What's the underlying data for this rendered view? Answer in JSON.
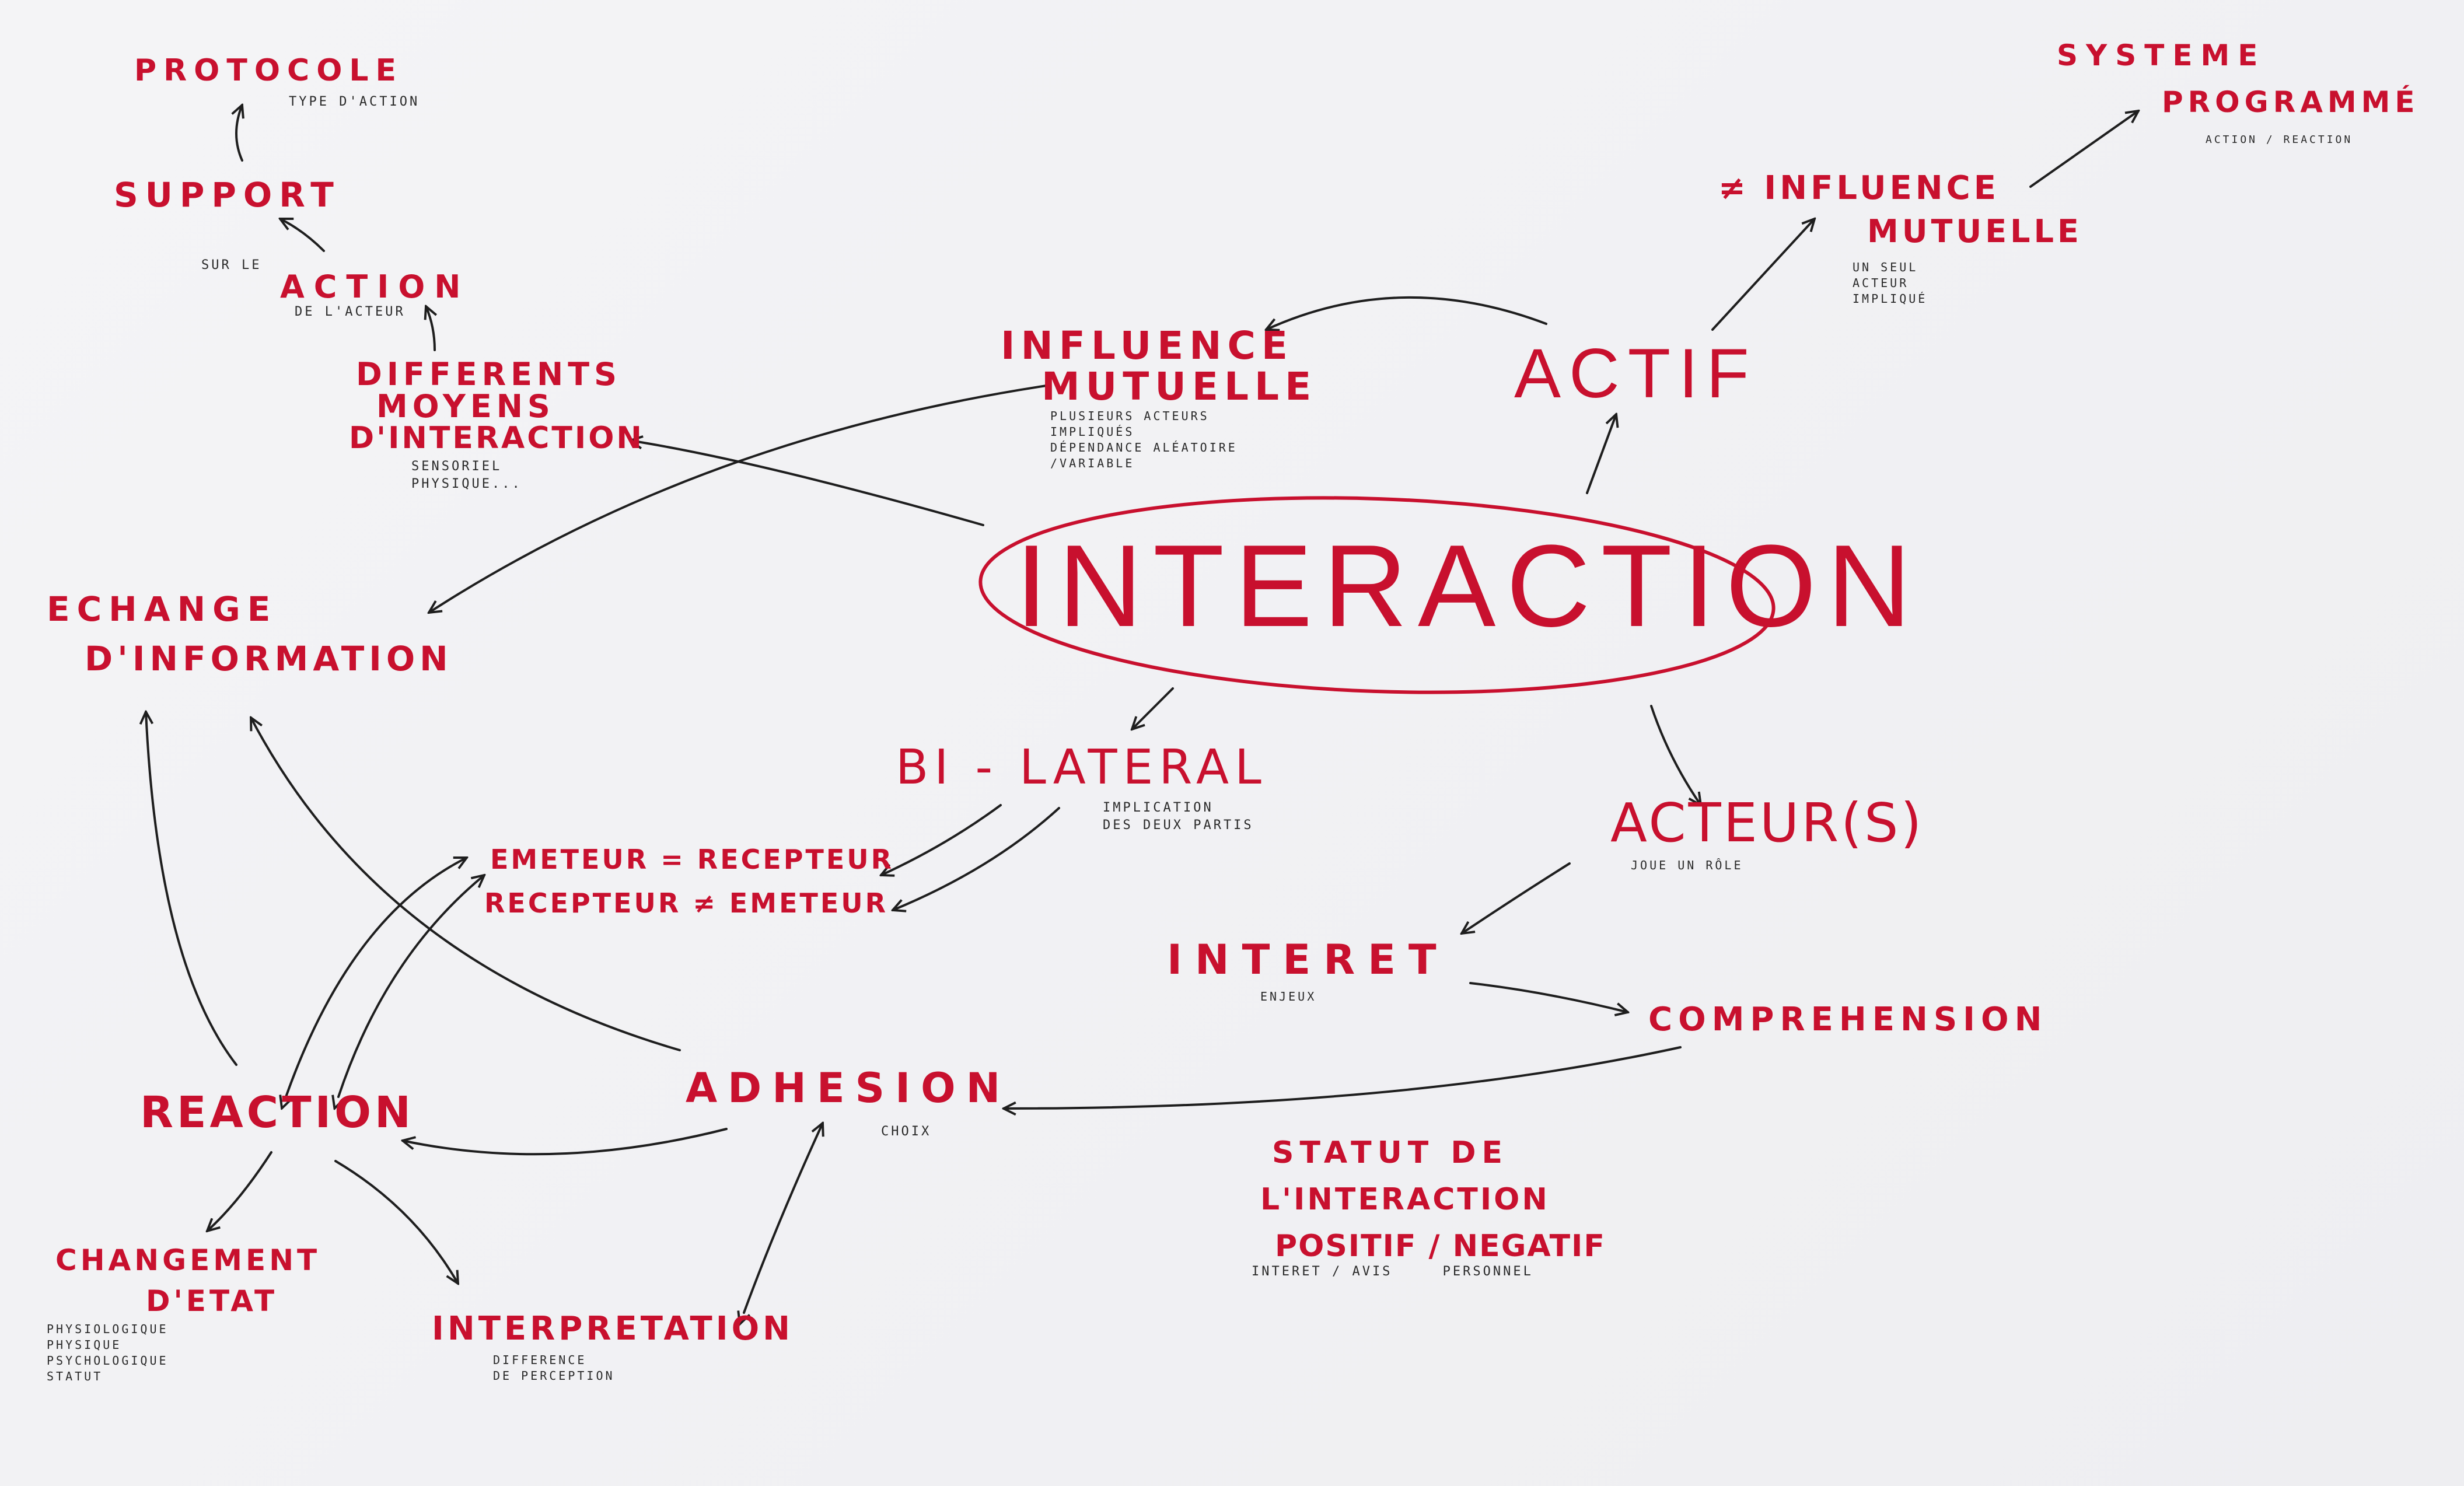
{
  "colors": {
    "ink_red": "#c8102e",
    "ink_black": "#2a2a2a"
  },
  "nodes": {
    "interaction": {
      "title": "INTERACTION"
    },
    "protocole": {
      "title": "PROTOCOLE",
      "sub": "TYPE D'ACTION"
    },
    "support": {
      "title": "SUPPORT",
      "side": "SUR LE"
    },
    "action": {
      "title": "ACTION",
      "sub": "DE L'ACTEUR"
    },
    "differents": {
      "line1": "DIFFERENTS",
      "line2": "MOYENS",
      "line3": "D'INTERACTION",
      "sub": "SENSORIEL\nPHYSIQUE..."
    },
    "echange": {
      "line1": "ECHANGE",
      "line2": "D'INFORMATION"
    },
    "influence_mutuelle": {
      "line1": "INFLUENCE",
      "line2": "MUTUELLE",
      "sub": "PLUSIEURS ACTEURS\nIMPLIQUÉS\nDÉPENDANCE ALÉATOIRE\n/VARIABLE"
    },
    "actif": {
      "title": "ACTIF"
    },
    "not_influence": {
      "line1": "≠ INFLUENCE",
      "line2": "MUTUELLE",
      "sub": "UN SEUL\nACTEUR\nIMPLIQUÉ"
    },
    "systeme": {
      "line1": "SYSTEME",
      "line2": "PROGRAMMÉ",
      "sub": "ACTION / REACTION"
    },
    "bilateral": {
      "title": "BI - LATERAL",
      "sub": "IMPLICATION\nDES DEUX PARTIS"
    },
    "acteurs": {
      "title": "ACTEUR(S)",
      "sub": "JOUE UN RÔLE"
    },
    "emeteur": {
      "line1": "EMETEUR = RECEPTEUR",
      "line2": "RECEPTEUR ≠ EMETEUR"
    },
    "interet": {
      "title": "INTERET",
      "sub": "ENJEUX"
    },
    "comprehension": {
      "title": "COMPREHENSION"
    },
    "adhesion": {
      "title": "ADHESION",
      "sub": "CHOIX"
    },
    "reaction": {
      "title": "REACTION"
    },
    "statut": {
      "line1": "STATUT DE",
      "line2": "L'INTERACTION",
      "line3": "POSITIF / NEGATIF",
      "sub": "INTERET / AVIS     PERSONNEL"
    },
    "changement": {
      "line1": "CHANGEMENT",
      "line2": "D'ETAT",
      "sub": "PHYSIOLOGIQUE\nPHYSIQUE\nPSYCHOLOGIQUE\nSTATUT"
    },
    "interpretation": {
      "title": "INTERPRETATION",
      "sub": "DIFFERENCE\nDE PERCEPTION"
    }
  }
}
